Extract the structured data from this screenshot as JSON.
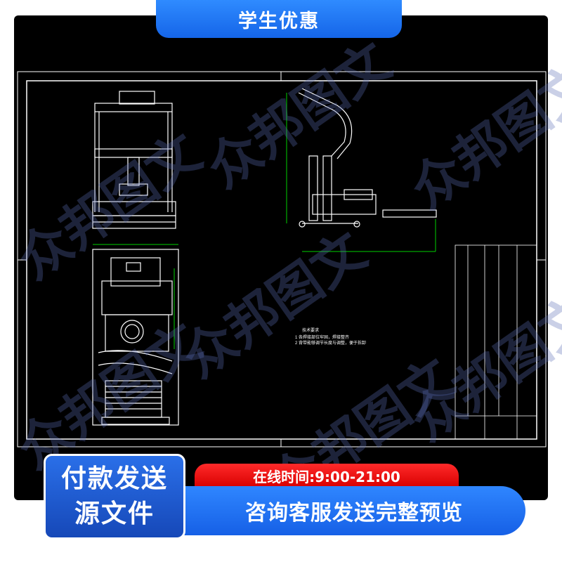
{
  "banner": {
    "title": "学生优惠"
  },
  "footer": {
    "pay_line1": "付款发送",
    "pay_line2": "源文件",
    "hours": "在线时间:9:00-21:00",
    "consult": "咨询客服发送完整预览"
  },
  "watermark": {
    "text": "众邦图文"
  },
  "drawing": {
    "notes_title": "技术要求",
    "note1": "1  各焊接部位牢固，焊接整齐",
    "note2": "2  背带能够调节长度与调整，便于拆卸"
  },
  "colors": {
    "accent_blue": "#1e6ff0",
    "alert_red": "#e00000",
    "cad_line": "#ffffff",
    "cad_dim": "#00d000"
  }
}
